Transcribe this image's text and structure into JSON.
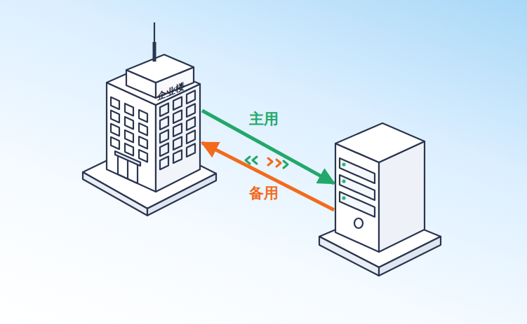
{
  "diagram": {
    "nodes": [
      {
        "text": [
          "企业楼"
        ]
      },
      {
        "text": []
      }
    ],
    "edges": [
      {
        "from": 0,
        "to": 1,
        "label": "主用",
        "arrow": "to"
      },
      {
        "from": 1,
        "to": 0,
        "label": "备用",
        "arrow": "to"
      }
    ]
  }
}
